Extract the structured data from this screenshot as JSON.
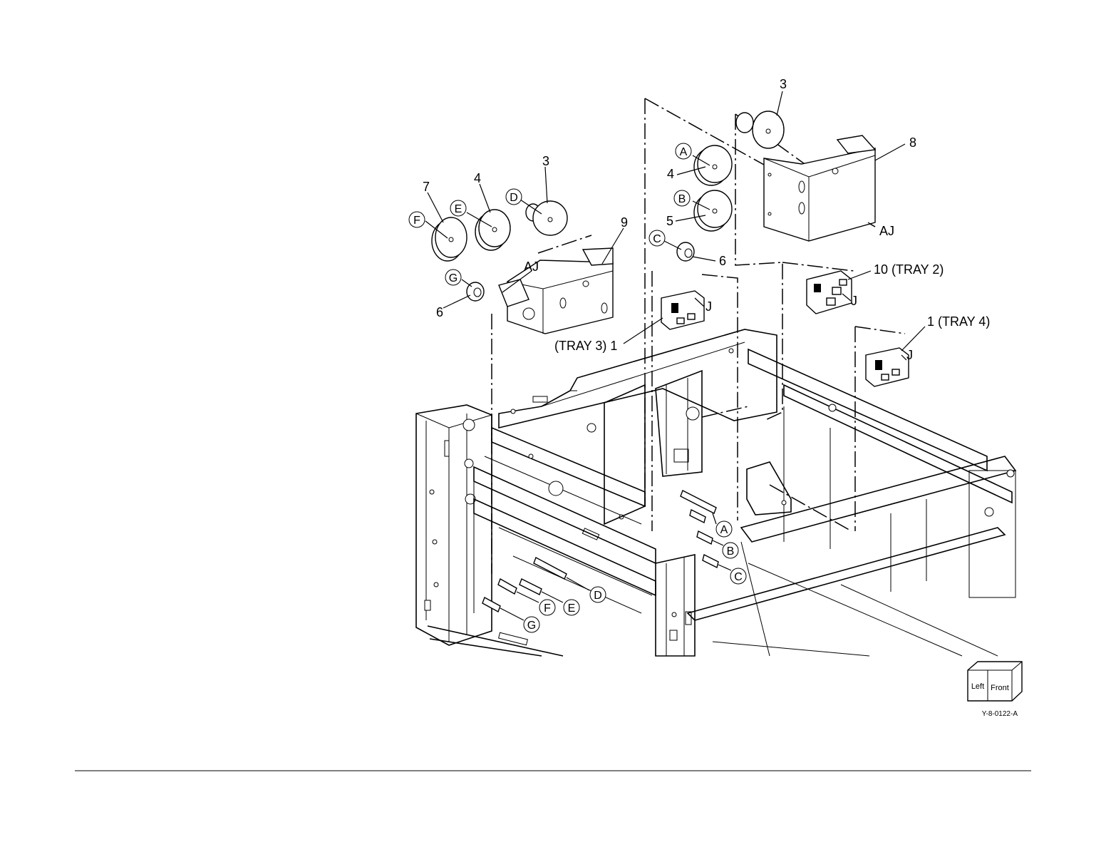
{
  "diagram": {
    "callouts": {
      "part3_left": "3",
      "part3_right": "3",
      "part4_left": "4",
      "part4_mid": "4",
      "part5": "5",
      "part6_left": "6",
      "part6_mid": "6",
      "part7": "7",
      "part8": "8",
      "part9": "9",
      "part10": "10 (TRAY 2)",
      "part1_tray3": "(TRAY 3) 1",
      "part1_tray4": "1 (TRAY 4)",
      "aj_left": "AJ",
      "aj_right": "AJ",
      "j_tray3": "J",
      "j_tray2": "J",
      "j_tray4": "J"
    },
    "circle_letters": [
      "A",
      "B",
      "C",
      "D",
      "E",
      "F",
      "G"
    ],
    "orientation_cube": {
      "left": "Left",
      "front": "Front"
    },
    "figure_id": "Y-8-0122-A"
  }
}
